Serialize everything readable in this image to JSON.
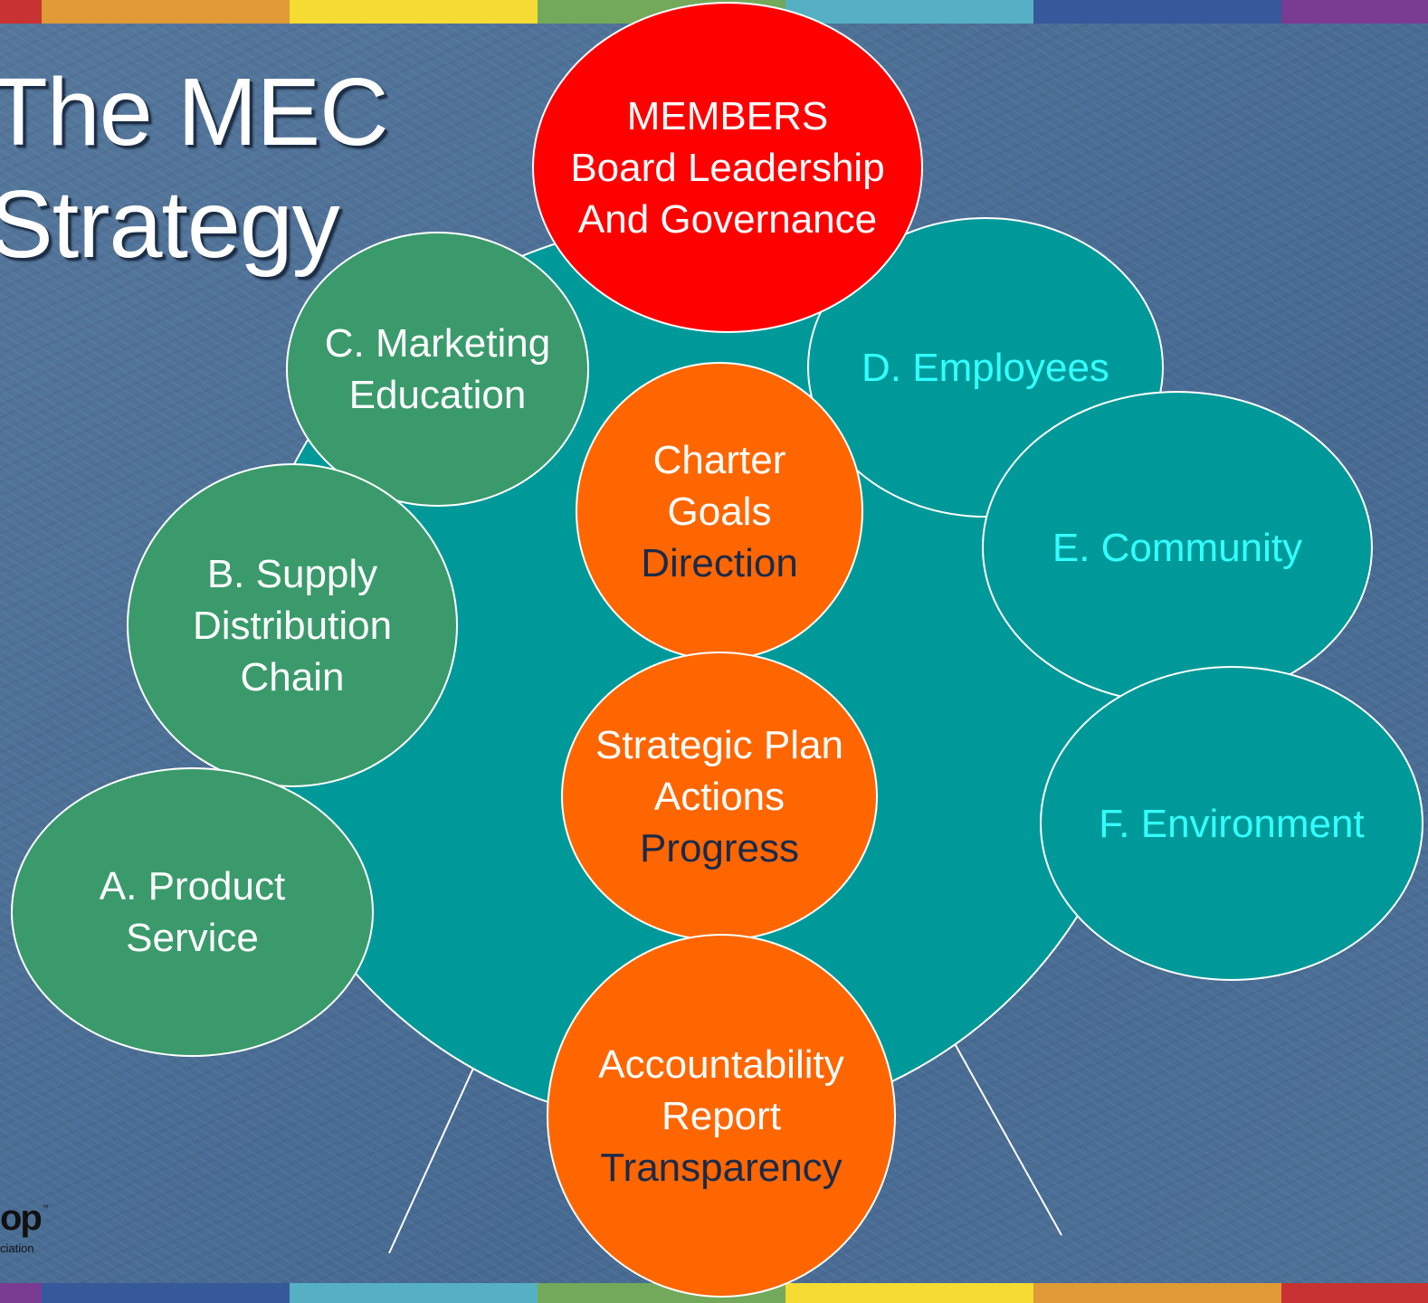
{
  "slide": {
    "title_line1": "The MEC",
    "title_line2": "Strategy"
  },
  "stripe_colors": [
    "#c83232",
    "#e09a36",
    "#f6dc32",
    "#72a95a",
    "#56b0c3",
    "#35599a",
    "#7a3b92"
  ],
  "nodes": {
    "members": [
      "MEMBERS",
      "Board Leadership",
      "And Governance"
    ],
    "marketing": [
      "C. Marketing",
      "Education"
    ],
    "supply": [
      "B. Supply",
      "Distribution",
      "Chain"
    ],
    "product": [
      "A. Product",
      "Service"
    ],
    "employees": [
      "D. Employees"
    ],
    "community": [
      "E. Community"
    ],
    "environment": [
      "F. Environment"
    ],
    "charter": [
      "Charter",
      "Goals",
      "Direction"
    ],
    "strategic": [
      "Strategic Plan",
      "Actions",
      "Progress"
    ],
    "accountability": [
      "Accountability",
      "Report",
      "Transparency"
    ]
  },
  "colors": {
    "green": "#3a9a6b",
    "teal": "#009999",
    "teal_text": "#33ffff",
    "orange": "#ff6600",
    "red": "#ff0000",
    "dark_text": "#1a2a4a"
  },
  "logo": {
    "mark": "op",
    "tm": "™",
    "sub": "ciation"
  }
}
